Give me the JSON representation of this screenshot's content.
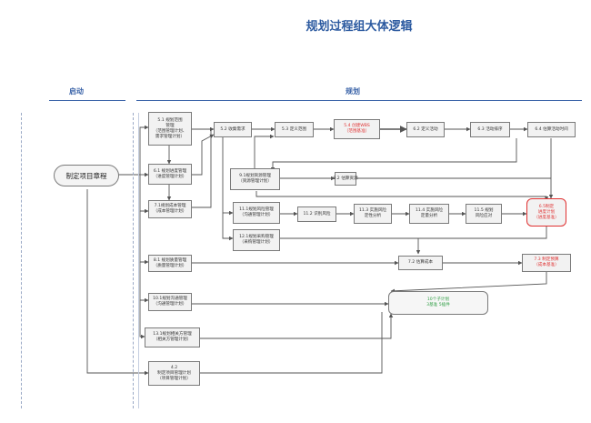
{
  "title": "规划过程组大体逻辑",
  "phases": {
    "initiating": "启动",
    "planning": "规划"
  },
  "charter": "制定项目章程",
  "left_column": {
    "scope_plan": {
      "line1": "5.1 规划范围",
      "line2": "管理",
      "line3": "（范围管理计划、",
      "line4": "需求管理计划）"
    },
    "schedule_plan": {
      "line1": "6.1 规划进度管理",
      "line2": "（进度管理计划）"
    },
    "cost_plan": {
      "line1": "7.1规划成本管理",
      "line2": "（成本管理计划）"
    },
    "quality_plan": {
      "line1": "8.1 规划质量管理",
      "line2": "（质量管理计划）"
    },
    "comm_plan": {
      "line1": "10.1规划沟通管理",
      "line2": "（沟通管理计划）"
    },
    "stakeholder_plan": {
      "line1": "13.1规划相关方管理",
      "line2": "（相关方管理计划）"
    },
    "pm_plan": {
      "line1": "4.2",
      "line2": "制定项目管理计划",
      "line3": "（项目管理计划）"
    }
  },
  "scope_chain": {
    "collect": "5.2  收集需求",
    "define": "5.3  定义范围",
    "wbs": {
      "line1": "5.4  创建WBS",
      "line2": "（范围基准）"
    },
    "activities": "6.2  定义活动",
    "sequence": "6.3  活动排序",
    "durations": "6.4  估算活动时间"
  },
  "resources": {
    "plan": {
      "line1": "9.1规划资源管理",
      "line2": "（资源管理计划）"
    },
    "estimate": "9.2  估算资源"
  },
  "risk": {
    "plan": {
      "line1": "11.1规划风险管理",
      "line2": "（沟通管理计划）"
    },
    "identify": "11.2  识别风险",
    "qualitative": {
      "line1": "11.3  实施风险",
      "line2": "定性分析"
    },
    "quantitative": {
      "line1": "11.4  实施风险",
      "line2": "定量分析"
    },
    "response": {
      "line1": "11.5  规划",
      "line2": "风险应对"
    }
  },
  "procurement": {
    "line1": "12.1规划采购管理",
    "line2": "（采购管理计划）"
  },
  "schedule_dev": {
    "line1": "6.5制定",
    "line2": "进度计划",
    "line3": "（进度基准）"
  },
  "estimate_costs": "7.2  估算成本",
  "budget": {
    "line1": "7.3  制定预算",
    "line2": "（成本基准）"
  },
  "summary": {
    "line1": "10个子计划",
    "line2": "3基准   5插件"
  },
  "colors": {
    "title": "#2c5aa0",
    "highlight": "#e03131",
    "summary": "#2f9e44",
    "line": "#555555"
  }
}
